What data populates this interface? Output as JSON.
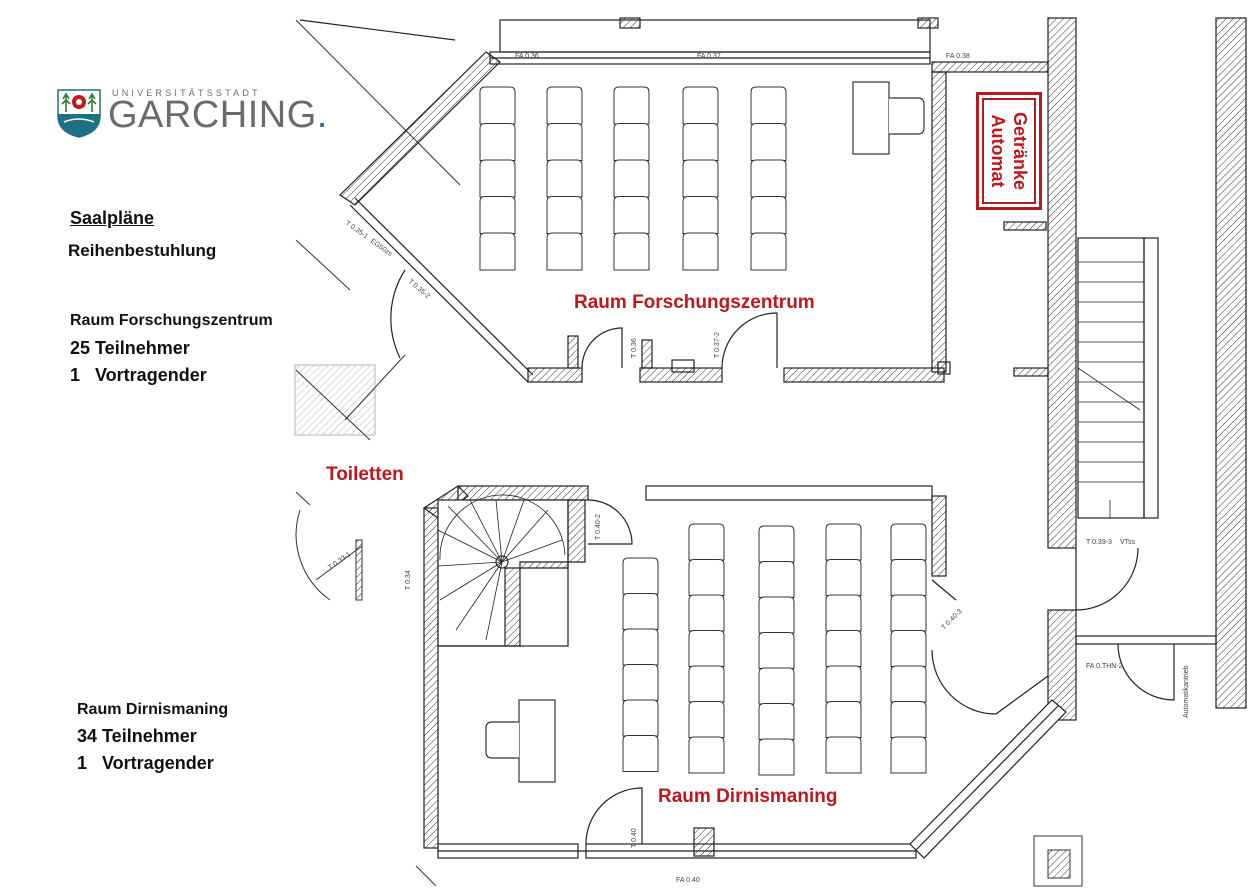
{
  "logo": {
    "subtitle": "UNIVERSITÄTSSTADT",
    "name": "GARCHING",
    "dot": "."
  },
  "legend": {
    "title": "Saalpläne",
    "subtitle": "Reihenbestuhlung",
    "room_a": {
      "name": "Raum Forschungszentrum",
      "participants": "25 Teilnehmer",
      "speaker": "1   Vortragender"
    },
    "room_b": {
      "name": "Raum Dirnismaning",
      "participants": "34 Teilnehmer",
      "speaker": "1   Vortragender"
    }
  },
  "plan_labels": {
    "room_a": "Raum Forschungszentrum",
    "room_b": "Raum Dirnismaning",
    "toilets": "Toiletten",
    "vending_line1": "Getränke",
    "vending_line2": "Automat"
  },
  "door_codes": {
    "t035_1": "T 0.35-1",
    "t035_1b": "EG50zs",
    "t035_2": "T 0.35-2",
    "t036": "T 0.36",
    "t037_2": "T 0.37-2",
    "t040_2": "T 0.40-2",
    "t040_3": "T 0.40-3",
    "t039_3": "T 0.39-3",
    "t039_3b": "VTss",
    "t034": "T 0.34",
    "t033_1": "T 0.33-1",
    "t040": "T 0.40",
    "fa036": "FA 0.36",
    "fa037": "FA 0.37",
    "fa038": "FA 0.38",
    "fa040": "FA 0.40",
    "fathn2": "FA 0.THN-2",
    "automatik": "Automatikantrieb"
  },
  "colors": {
    "accent_red": "#c0161c",
    "logo_grey": "#6b6b6b",
    "logo_blue": "#1f6f86"
  },
  "seating": {
    "room_a": {
      "columns": 5,
      "rows": 5
    },
    "room_b": {
      "columns": [
        6,
        7,
        7,
        7,
        7
      ]
    }
  }
}
